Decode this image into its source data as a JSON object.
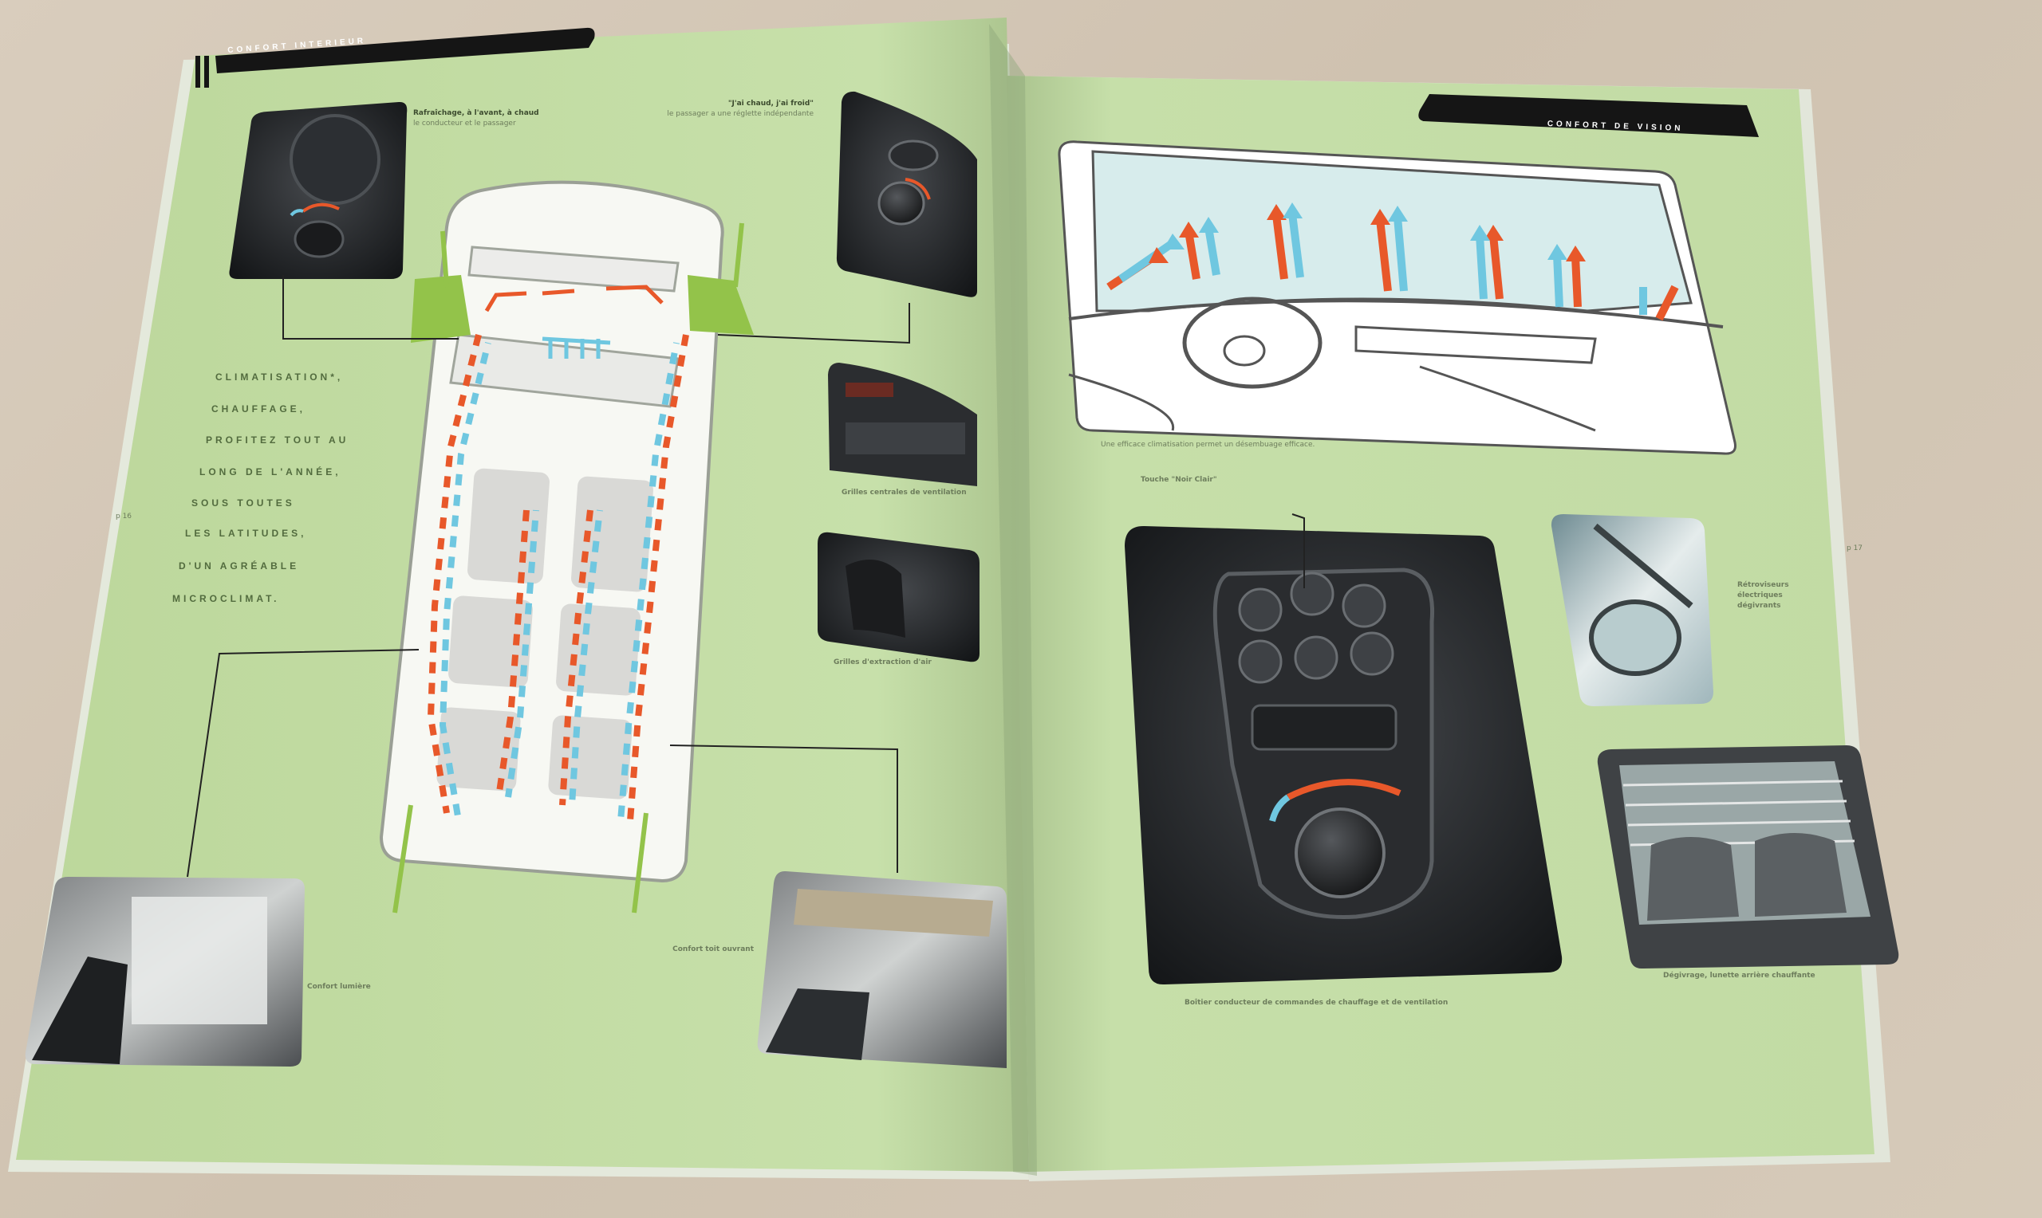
{
  "brochure": {
    "left_header": "CONFORT INTERIEUR",
    "right_header": "CONFORT DE VISION",
    "tagline": [
      "CLIMATISATION*,",
      "CHAUFFAGE,",
      "PROFITEZ TOUT AU",
      "LONG DE L'ANNÉE,",
      "SOUS TOUTES",
      "LES LATITUDES,",
      "D'UN AGRÉABLE",
      "MICROCLIMAT."
    ],
    "left_page_number": "p 16",
    "right_page_number": "p 17",
    "captions": {
      "defrost_title": "Rafraîchage, à l'avant, à chaud",
      "defrost_body": "le conducteur et le passager",
      "hot_cold_title": "\"J'ai chaud, j'ai froid\"",
      "hot_cold_body": "le passager a une réglette indépendante",
      "vents_title": "Grilles centrales de ventilation",
      "rear_vents_title": "Grilles d'extraction d'air",
      "blind_title": "Confort lumière",
      "roof_title": "Confort toit ouvrant",
      "windshield_caption": "Une efficace climatisation permet un désembuage efficace.",
      "button_title": "Touche \"Noir Clair\"",
      "mirror_title": "Rétroviseurs électriques dégivrants",
      "control_title": "Boîtier conducteur de commandes de chauffage et de ventilation",
      "rear_window_title": "Dégivrage, lunette arrière chauffante"
    }
  },
  "colors": {
    "page_green": "#c3dca4",
    "header_black": "#151515",
    "hot_arrow": "#e8582a",
    "cold_arrow": "#6fc7e0",
    "accent_green": "#93c34a"
  },
  "icons": [
    "car-topview-diagram",
    "windshield-diagram",
    "dashboard-control-photo",
    "mirror-photo"
  ]
}
